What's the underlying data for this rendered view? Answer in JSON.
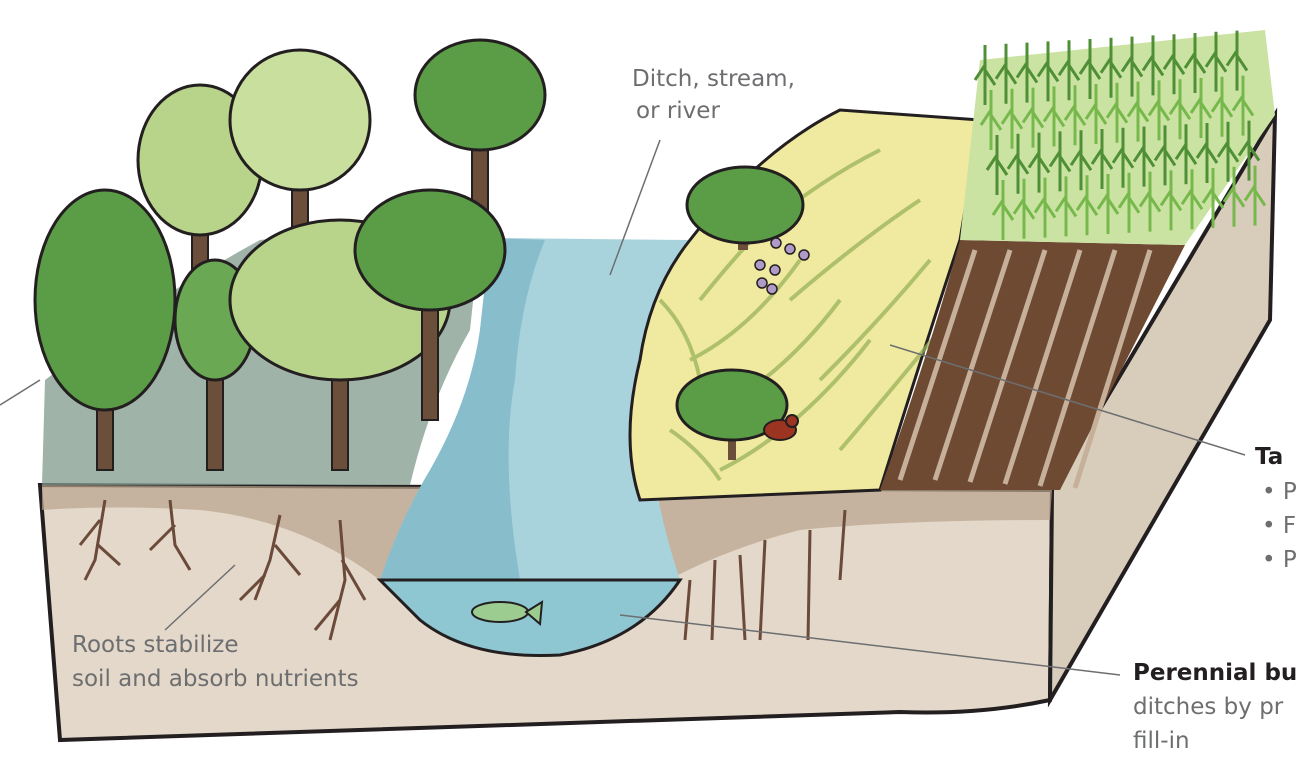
{
  "labels": {
    "stream_line1": "Ditch, stream,",
    "stream_line2": "or river",
    "roots_line1": "Roots stabilize",
    "roots_line2": "soil and absorb nutrients",
    "tall_heading": "Ta",
    "tall_bullet1": "• P",
    "tall_bullet2": "• F",
    "tall_bullet3": "• P",
    "perennial_heading": "Perennial bu",
    "perennial_line2": "ditches by pr",
    "perennial_line3": "fill-in"
  },
  "colors": {
    "soil": "#e3d8c9",
    "soil_outline": "#231f20",
    "water": "#a9d3dc",
    "water_deep": "#7fb8c8",
    "forest_floor": "#7f9a8c",
    "grass": "#f0eaa0",
    "tree_dark": "#5b9d47",
    "tree_light": "#b8d48a",
    "furrow": "#5a3b28",
    "corn": "#77b84c",
    "fish": "#9ccc8f",
    "bird": "#9b3420",
    "flowers": "#b09bc8"
  },
  "icons": [
    "tree-icon",
    "fish-icon",
    "bird-icon",
    "corn-icon",
    "flower-icon",
    "root-icon"
  ]
}
